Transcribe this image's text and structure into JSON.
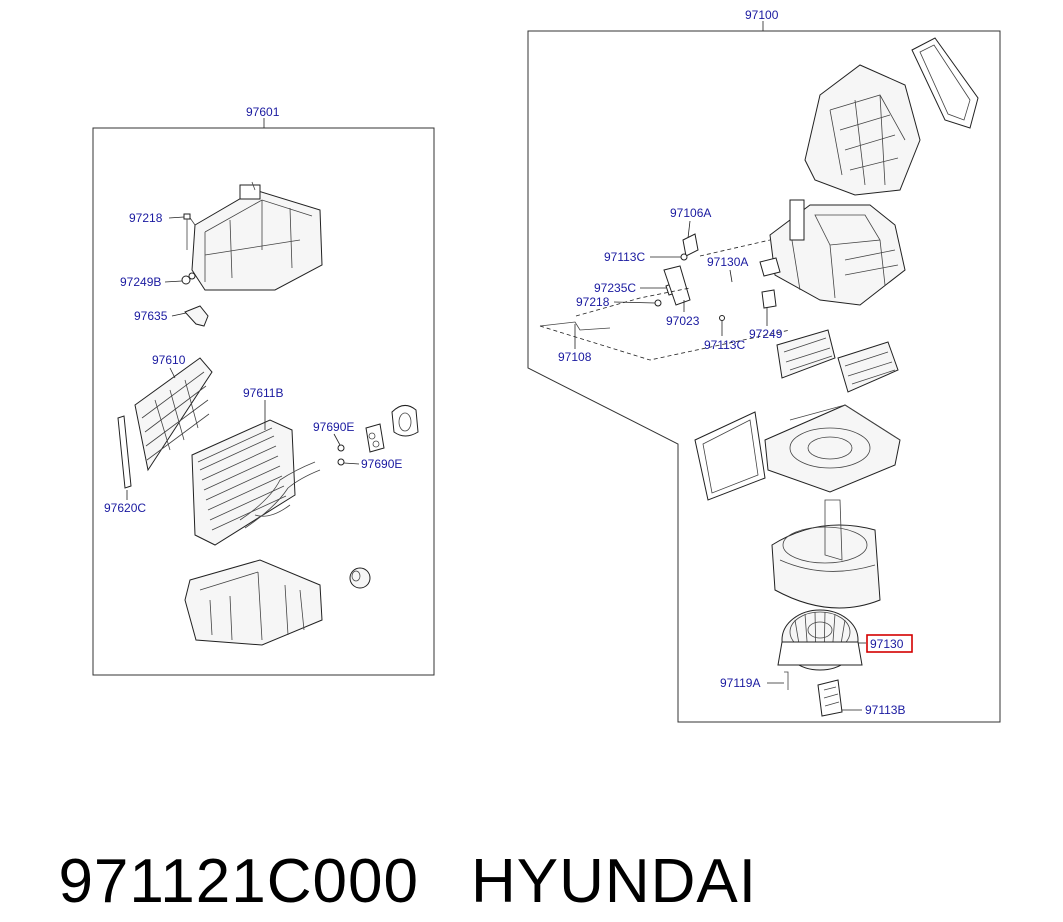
{
  "diagram": {
    "assembly_left": "97601",
    "assembly_right": "97100",
    "labels": {
      "l97218": "97218",
      "l97249B": "97249B",
      "l97635": "97635",
      "l97610": "97610",
      "l97611B": "97611B",
      "l97690E_a": "97690E",
      "l97690E_b": "97690E",
      "l97620C": "97620C",
      "l97106A": "97106A",
      "l97113C_a": "97113C",
      "l97130A": "97130A",
      "l97235C": "97235C",
      "l97218_r": "97218",
      "l97023": "97023",
      "l97249": "97249",
      "l97113C_b": "97113C",
      "l97108": "97108",
      "l97130": "97130",
      "l97119A": "97119A",
      "l97113B": "97113B"
    },
    "highlight_color": "#d40000",
    "label_color": "#1a1aa0"
  },
  "caption": {
    "part_number": "971121C000",
    "brand": "HYUNDAI"
  }
}
